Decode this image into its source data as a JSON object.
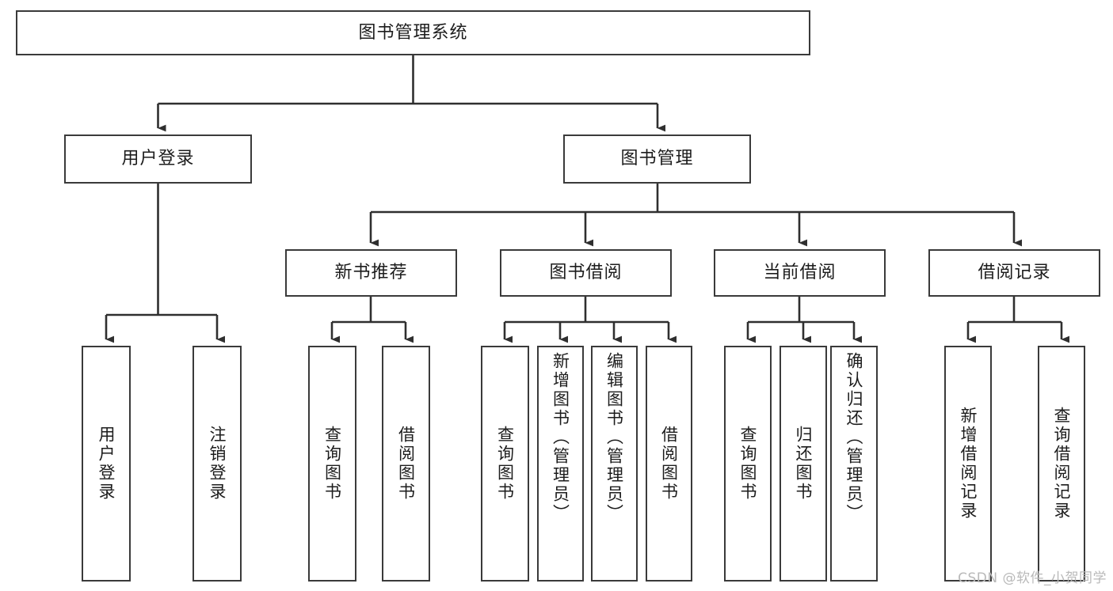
{
  "diagram": {
    "title": "图书管理系统",
    "type": "tree",
    "watermark": "CSDN @软件_小贺同学",
    "colors": {
      "box_border": "#3a3a3a",
      "box_fill": "#ffffff",
      "connector": "#2f2f2f",
      "text": "#1c1c1c",
      "watermark": "#b9b9b9",
      "background": "#ffffff"
    },
    "nodes": {
      "root": {
        "label": "图书管理系统"
      },
      "level2": [
        {
          "label": "用户登录"
        },
        {
          "label": "图书管理"
        }
      ],
      "level3": [
        {
          "label": "新书推荐"
        },
        {
          "label": "图书借阅"
        },
        {
          "label": "当前借阅"
        },
        {
          "label": "借阅记录"
        }
      ],
      "leaves": {
        "user_login": [
          {
            "label": "用户登录"
          },
          {
            "label": "注销登录"
          }
        ],
        "new_book_recommend": [
          {
            "label": "查询图书"
          },
          {
            "label": "借阅图书"
          }
        ],
        "book_borrow": [
          {
            "label": "查询图书"
          },
          {
            "label": "新增图书（管理员）"
          },
          {
            "label": "编辑图书（管理员）"
          },
          {
            "label": "借阅图书"
          }
        ],
        "current_borrow": [
          {
            "label": "查询图书"
          },
          {
            "label": "归还图书"
          },
          {
            "label": "确认归还（管理员）"
          }
        ],
        "borrow_record": [
          {
            "label": "新增借阅记录"
          },
          {
            "label": "查询借阅记录"
          }
        ]
      }
    }
  }
}
